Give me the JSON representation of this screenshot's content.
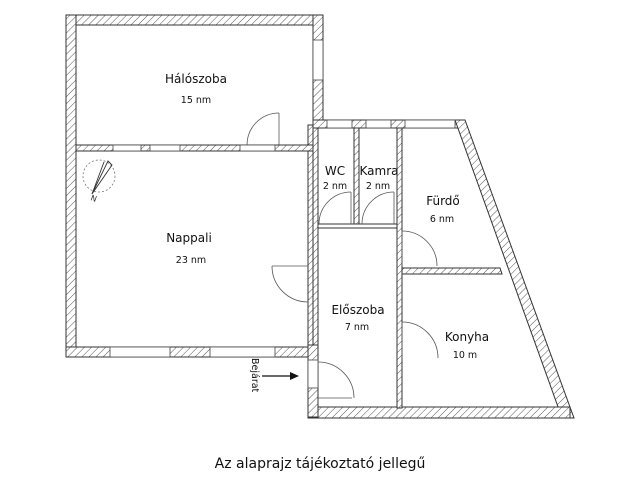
{
  "plan": {
    "rooms": [
      {
        "id": "halo",
        "name": "Hálószoba",
        "area": "15 nm"
      },
      {
        "id": "nappali",
        "name": "Nappali",
        "area": "23 nm"
      },
      {
        "id": "wc",
        "name": "WC",
        "area": "2 nm"
      },
      {
        "id": "kamra",
        "name": "Kamra",
        "area": "2 nm"
      },
      {
        "id": "furdo",
        "name": "Fürdő",
        "area": "6 nm"
      },
      {
        "id": "eloszoba",
        "name": "Előszoba",
        "area": "7 nm"
      },
      {
        "id": "konyha",
        "name": "Konyha",
        "area": "10 m"
      }
    ],
    "entrance_label": "Bejárat",
    "compass_icon": "north-arrow-icon",
    "colors": {
      "wall_stroke": "#333333",
      "hatch": "#555555",
      "background": "#ffffff"
    }
  },
  "caption": "Az alaprajz tájékoztató jellegű"
}
